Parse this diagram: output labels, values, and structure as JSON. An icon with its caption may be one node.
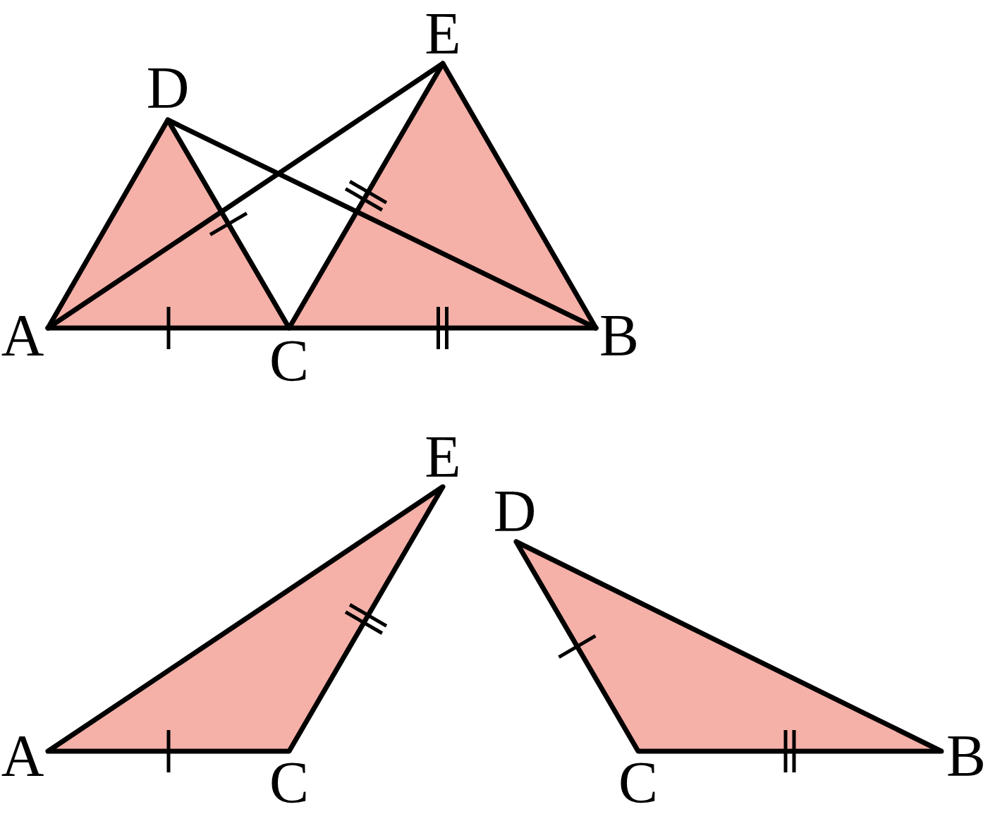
{
  "diagram": {
    "labels": [
      "E",
      "D",
      "A",
      "C",
      "B",
      "E",
      "D",
      "A",
      "C",
      "C",
      "B"
    ]
  }
}
